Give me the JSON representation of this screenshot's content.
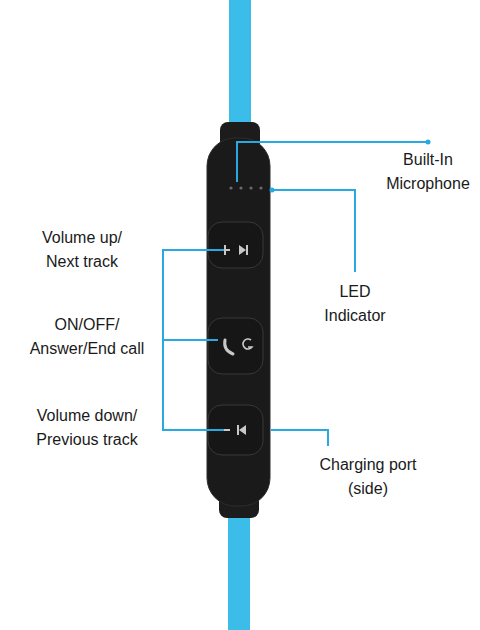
{
  "diagram": {
    "labels": [
      "Built-In Microphone",
      "Volume up/ Next track",
      "LED Indicator",
      "ON/OFF/ Answer/End call",
      "Volume down/ Previous track",
      "Charging port (side)"
    ]
  }
}
